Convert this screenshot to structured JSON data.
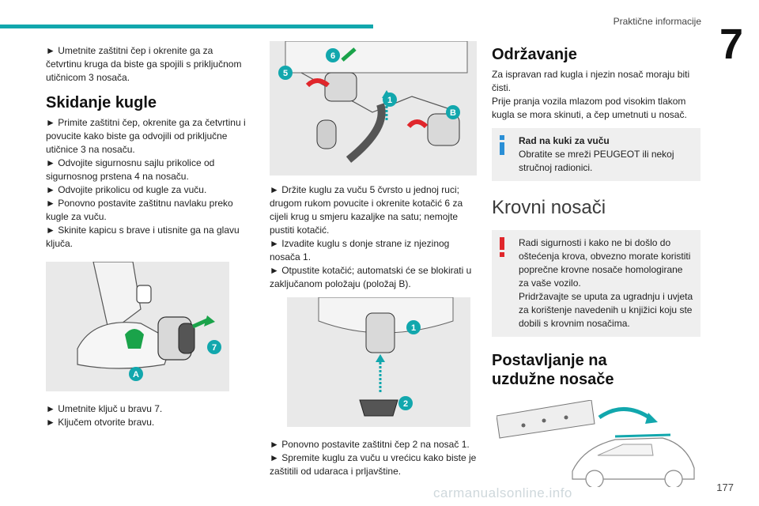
{
  "header": {
    "section": "Praktične informacije",
    "chapter": "7"
  },
  "col1": {
    "p1": "► Umetnite zaštitni čep i okrenite ga za četvrtinu kruga da biste ga spojili s priključnom utičnicom 3 nosača.",
    "heading": "Skidanje kugle",
    "steps": "► Primite zaštitni čep, okrenite ga za četvrtinu i povucite kako biste ga odvojili od priključne utičnice 3 na nosaču.\n► Odvojite sigurnosnu sajlu prikolice od sigurnosnog prstena 4 na nosaču.\n► Odvojite prikolicu od kugle za vuču.\n► Ponovno postavite zaštitnu navlaku preko kugle za vuču.\n► Skinite kapicu s brave i utisnite ga na glavu ključa.",
    "fig_labels": [
      "7",
      "A"
    ],
    "after": "► Umetnite ključ u bravu 7.\n► Ključem otvorite bravu."
  },
  "col2": {
    "fig_labels": [
      "6",
      "5",
      "1",
      "B"
    ],
    "text1": "► Držite kuglu za vuču 5 čvrsto u jednoj ruci; drugom rukom povucite i okrenite kotačić 6 za cijeli krug u smjeru kazaljke na satu; nemojte pustiti kotačić.\n► Izvadite kuglu s donje strane iz njezinog nosača 1.\n► Otpustite kotačić; automatski će se blokirati u zaključanom položaju (položaj B).",
    "fig2_labels": [
      "1",
      "2"
    ],
    "text2": "► Ponovno postavite zaštitni čep 2 na nosač 1.\n► Spremite kuglu za vuču u vrećicu kako biste je zaštitili od udaraca i prljavštine."
  },
  "col3": {
    "heading": "Održavanje",
    "p1": "Za ispravan rad kugla i njezin nosač moraju biti čisti.\nPrije pranja vozila mlazom pod visokim tlakom kugla se mora skinuti, a čep umetnuti u nosač.",
    "info_title": "Rad na kuki za vuču",
    "info_text": "Obratite se mreži PEUGEOT ili nekoj stručnoj radionici.",
    "heading2": "Krovni nosači",
    "warn": "Radi sigurnosti i kako ne bi došlo do oštećenja krova, obvezno morate koristiti poprečne krovne nosače homologirane za vaše vozilo.\nPridržavajte se uputa za ugradnju i uvjeta za korištenje navedenih u knjižici koju ste dobili s krovnim nosačima.",
    "heading3": "Postavljanje na uzdužne nosače"
  },
  "footer": {
    "page": "177",
    "watermark": "carmanualsonline.info"
  },
  "colors": {
    "teal": "#12a7ad",
    "green": "#1aa34a",
    "red": "#e0262b",
    "info_icon": "#2a8fd6",
    "warn_icon": "#e0262b"
  }
}
